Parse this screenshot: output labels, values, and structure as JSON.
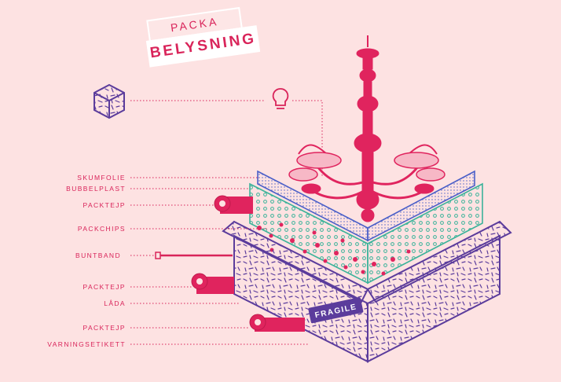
{
  "header": {
    "kicker": "PACKA",
    "title": "BELYSNING"
  },
  "labels": [
    {
      "id": "skumfolie",
      "text": "SKUMFOLIE"
    },
    {
      "id": "bubbelplast",
      "text": "BUBBELPLAST"
    },
    {
      "id": "packtejp1",
      "text": "PACKTEJP"
    },
    {
      "id": "packchips",
      "text": "PACKCHIPS"
    },
    {
      "id": "buntband",
      "text": "BUNTBAND"
    },
    {
      "id": "packtejp2",
      "text": "PACKTEJP"
    },
    {
      "id": "lada",
      "text": "LÅDA"
    },
    {
      "id": "packtejp3",
      "text": "PACKTEJP"
    },
    {
      "id": "varningsetikett",
      "text": "VARNINGSETIKETT"
    }
  ],
  "sticker": {
    "text": "FRAGILE"
  },
  "colors": {
    "background": "#fde2e2",
    "accent": "#d9245a",
    "purple": "#5b3c9c",
    "teal": "#3bb39a",
    "blue": "#4a5fc8"
  },
  "icons": [
    "box-icon",
    "lightbulb-icon",
    "chandelier-illustration",
    "tape-roll-icon",
    "cable-tie-icon"
  ]
}
